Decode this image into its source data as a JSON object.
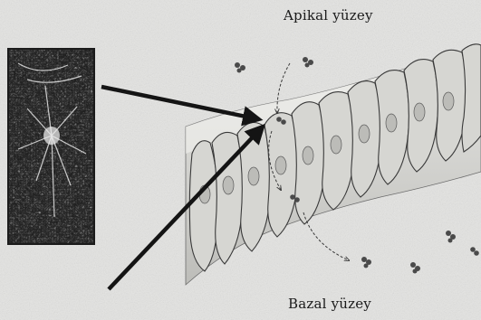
{
  "labels": {
    "apical": "Apikal yüzey",
    "basal": "Bazal yüzey"
  },
  "icons": {
    "micrograph": "electron-micrograph-image",
    "epithelium": "epithelial-cell-layer-illustration",
    "arrow": "pointer-arrow"
  },
  "colors": {
    "background": "#e4e4e2",
    "arrow": "#141414",
    "cell_fill": "#d2d2cf",
    "cell_stroke": "#3a3a3a",
    "micrograph_dark": "#1b1b1b"
  }
}
